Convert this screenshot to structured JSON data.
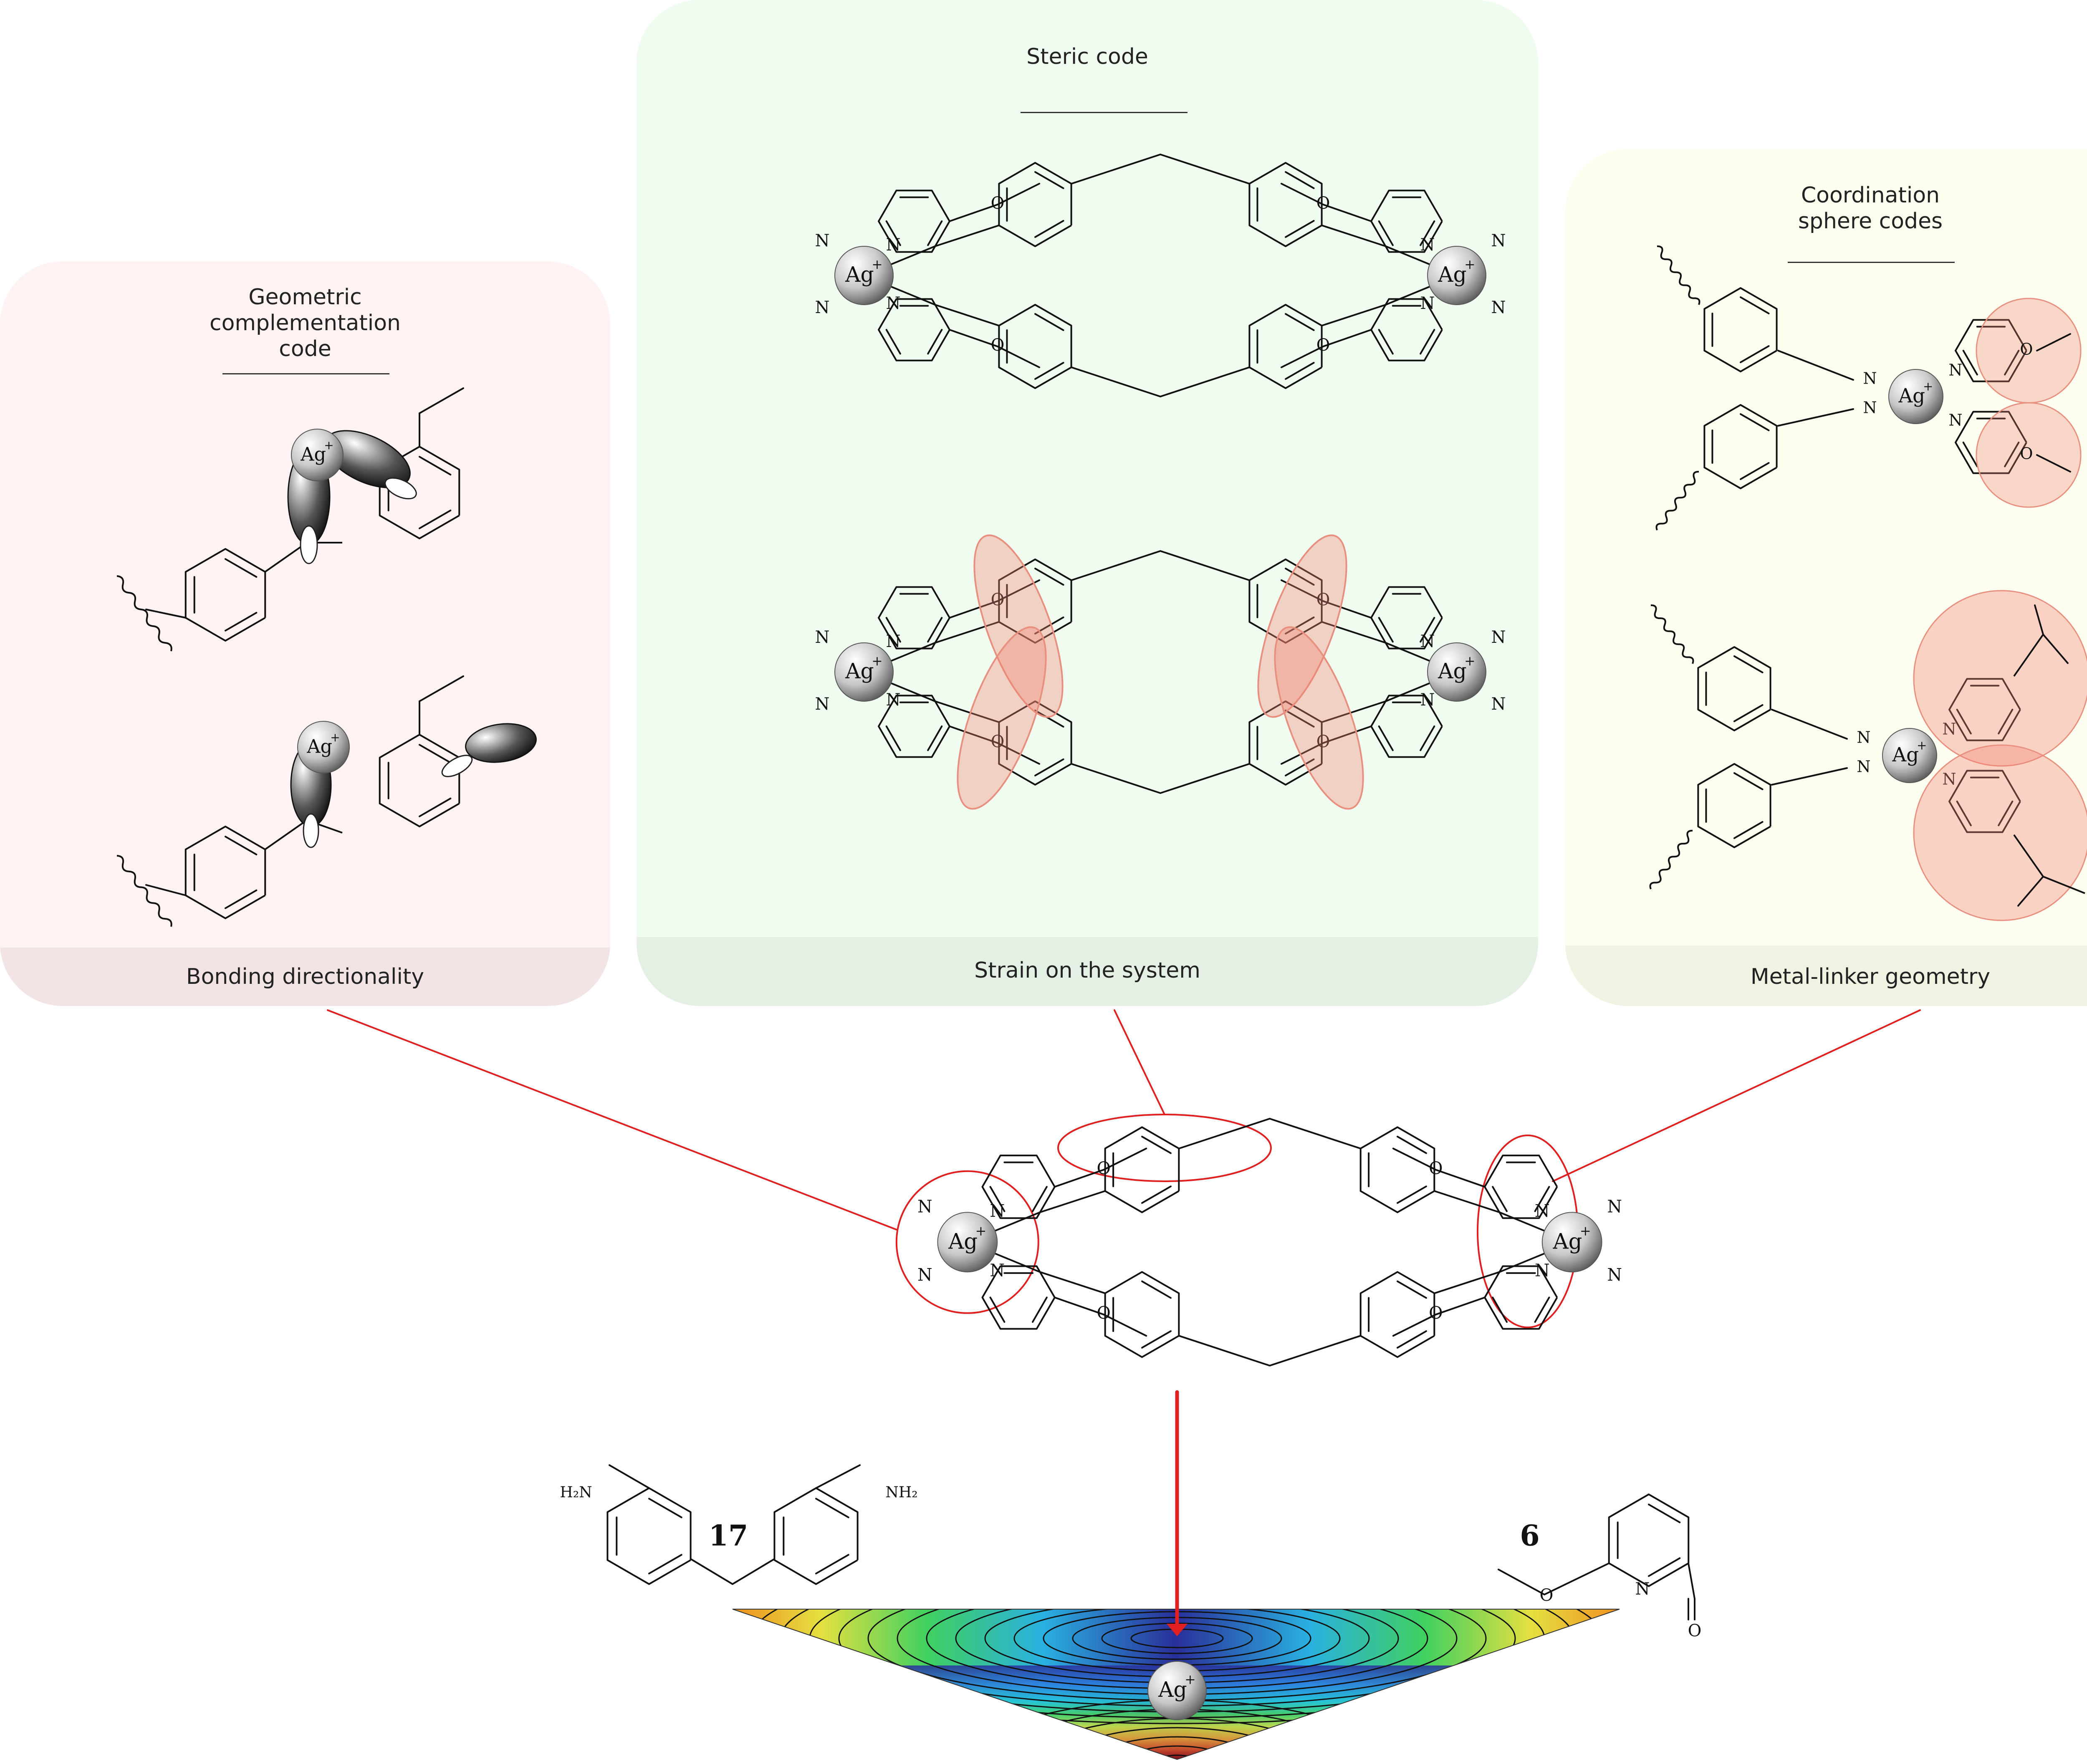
{
  "panels": {
    "geometric": {
      "title": "Geometric\ncomplementation\ncode",
      "footer": "Bonding directionality",
      "color": "#fff2f2"
    },
    "steric": {
      "title": "Steric code",
      "footer": "Strain on the system",
      "color": "#f0fcf0"
    },
    "coordination": {
      "title": "Coordination\nsphere codes",
      "footer": "Metal-linker geometry",
      "color": "#fdfdf0"
    }
  },
  "atoms": {
    "silver": "Ag",
    "charge": "+",
    "nitrogen": "N",
    "oxygen": "O"
  },
  "compounds": {
    "diamine": {
      "number": "17",
      "amine_left": "H₂N",
      "amine_right": "NH₂"
    },
    "aldehyde": {
      "number": "6",
      "ring_n": "N",
      "ether_o": "O",
      "carbonyl_o": "O"
    }
  },
  "colors": {
    "connector": "#e02020",
    "highlight": "#f08070",
    "ink": "#111111"
  }
}
